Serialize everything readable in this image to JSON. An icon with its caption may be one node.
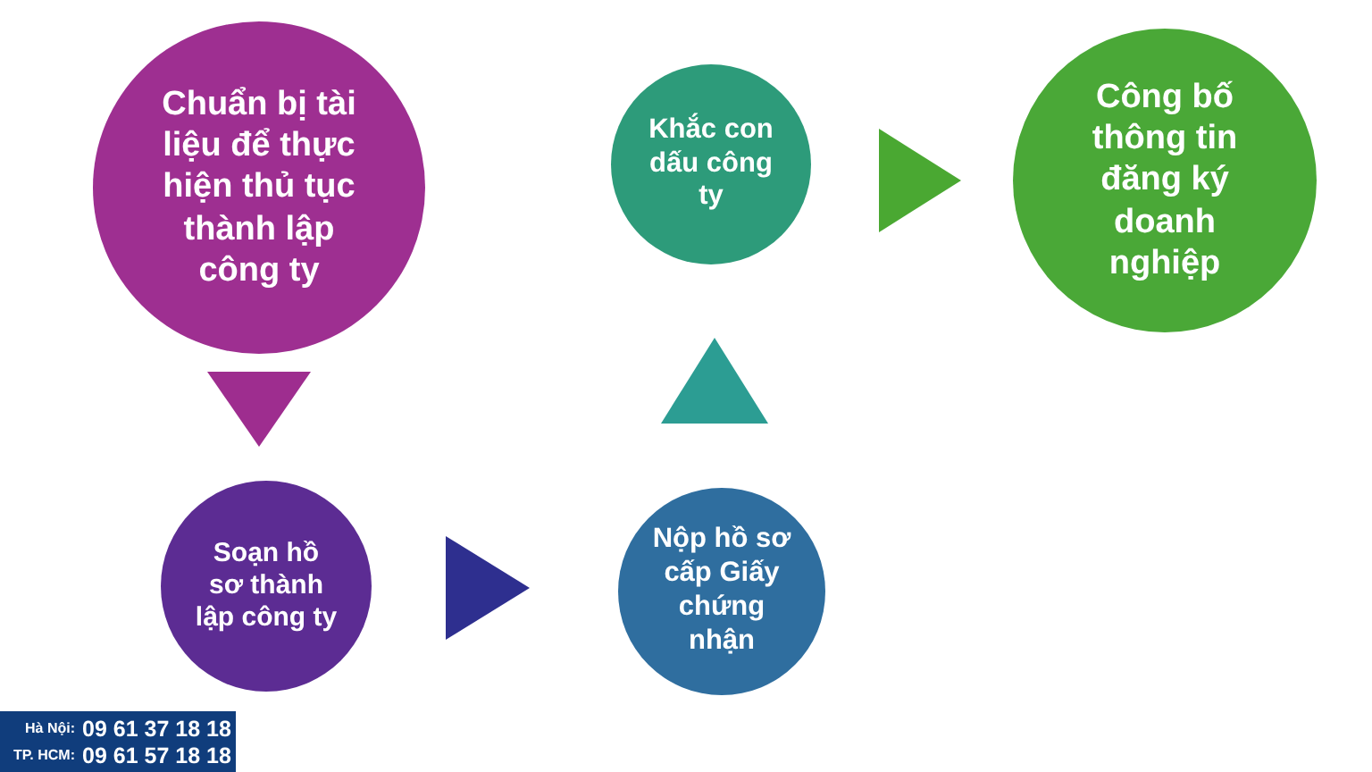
{
  "diagram": {
    "nodes": [
      {
        "text": [
          "Chuẩn bị tài liệu để thực hiện thủ tục thành lập công ty"
        ]
      },
      {
        "text": [
          "Soạn hồ sơ thành lập công ty"
        ]
      },
      {
        "text": [
          "Nộp hồ sơ cấp Giấy chứng nhận"
        ]
      },
      {
        "text": [
          "Khắc con dấu công ty"
        ]
      },
      {
        "text": [
          "Công bố thông tin đăng ký doanh nghiệp"
        ]
      }
    ],
    "edges": [
      {
        "from": 0,
        "to": 1,
        "arrow": "to",
        "color": "#9e2d8f"
      },
      {
        "from": 1,
        "to": 2,
        "arrow": "to",
        "color": "#2e2f8f"
      },
      {
        "from": 2,
        "to": 3,
        "arrow": "to",
        "color": "#2c9d93"
      },
      {
        "from": 3,
        "to": 4,
        "arrow": "to",
        "color": "#4aa832"
      }
    ],
    "labels": [
      "Hà Nội:",
      "09 61 37 18 18",
      "TP. HCM:",
      "09 61 57 18 18"
    ]
  }
}
